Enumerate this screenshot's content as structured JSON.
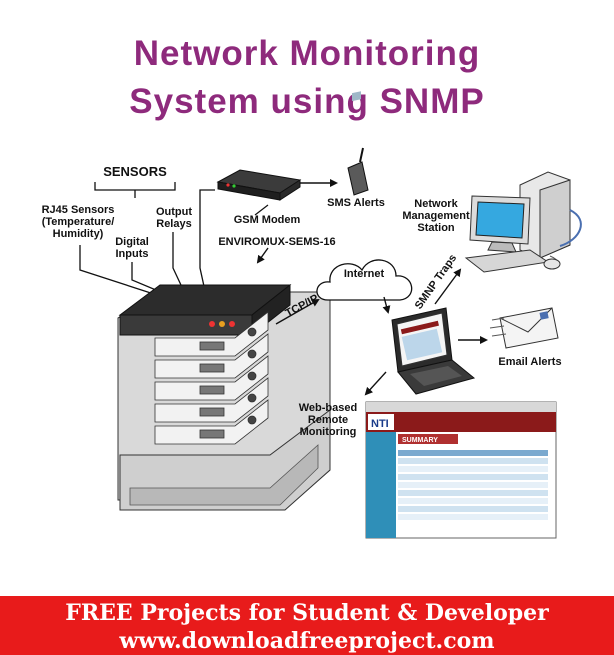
{
  "title": {
    "line1": "Network Monitoring",
    "line2": "System using SNMP"
  },
  "labels": {
    "sensors": "SENSORS",
    "rj45_line1": "RJ45 Sensors",
    "rj45_line2": "(Temperature/",
    "rj45_line3": "Humidity)",
    "digital_line1": "Digital",
    "digital_line2": "Inputs",
    "output_line1": "Output",
    "output_line2": "Relays",
    "gsm_modem": "GSM Modem",
    "enviromux": "ENVIROMUX-SEMS-16",
    "sms_alerts": "SMS Alerts",
    "nms_line1": "Network",
    "nms_line2": "Management",
    "nms_line3": "Station",
    "internet": "Internet",
    "tcpip": "TCP/IP",
    "snmp_traps": "SMNP Traps",
    "email_alerts": "Email Alerts",
    "web_line1": "Web-based",
    "web_line2": "Remote",
    "web_line3": "Monitoring",
    "web_summary": "SUMMARY",
    "web_logo": "NTI"
  },
  "banner": {
    "line1": "FREE Projects for Student  & Developer",
    "line2": "www.downloadfreeproject.com"
  },
  "colors": {
    "title": "#8e2a7c",
    "banner": "#e81b1b",
    "monitor_screen": "#35a8e0",
    "web_header": "#8b1a1a"
  }
}
